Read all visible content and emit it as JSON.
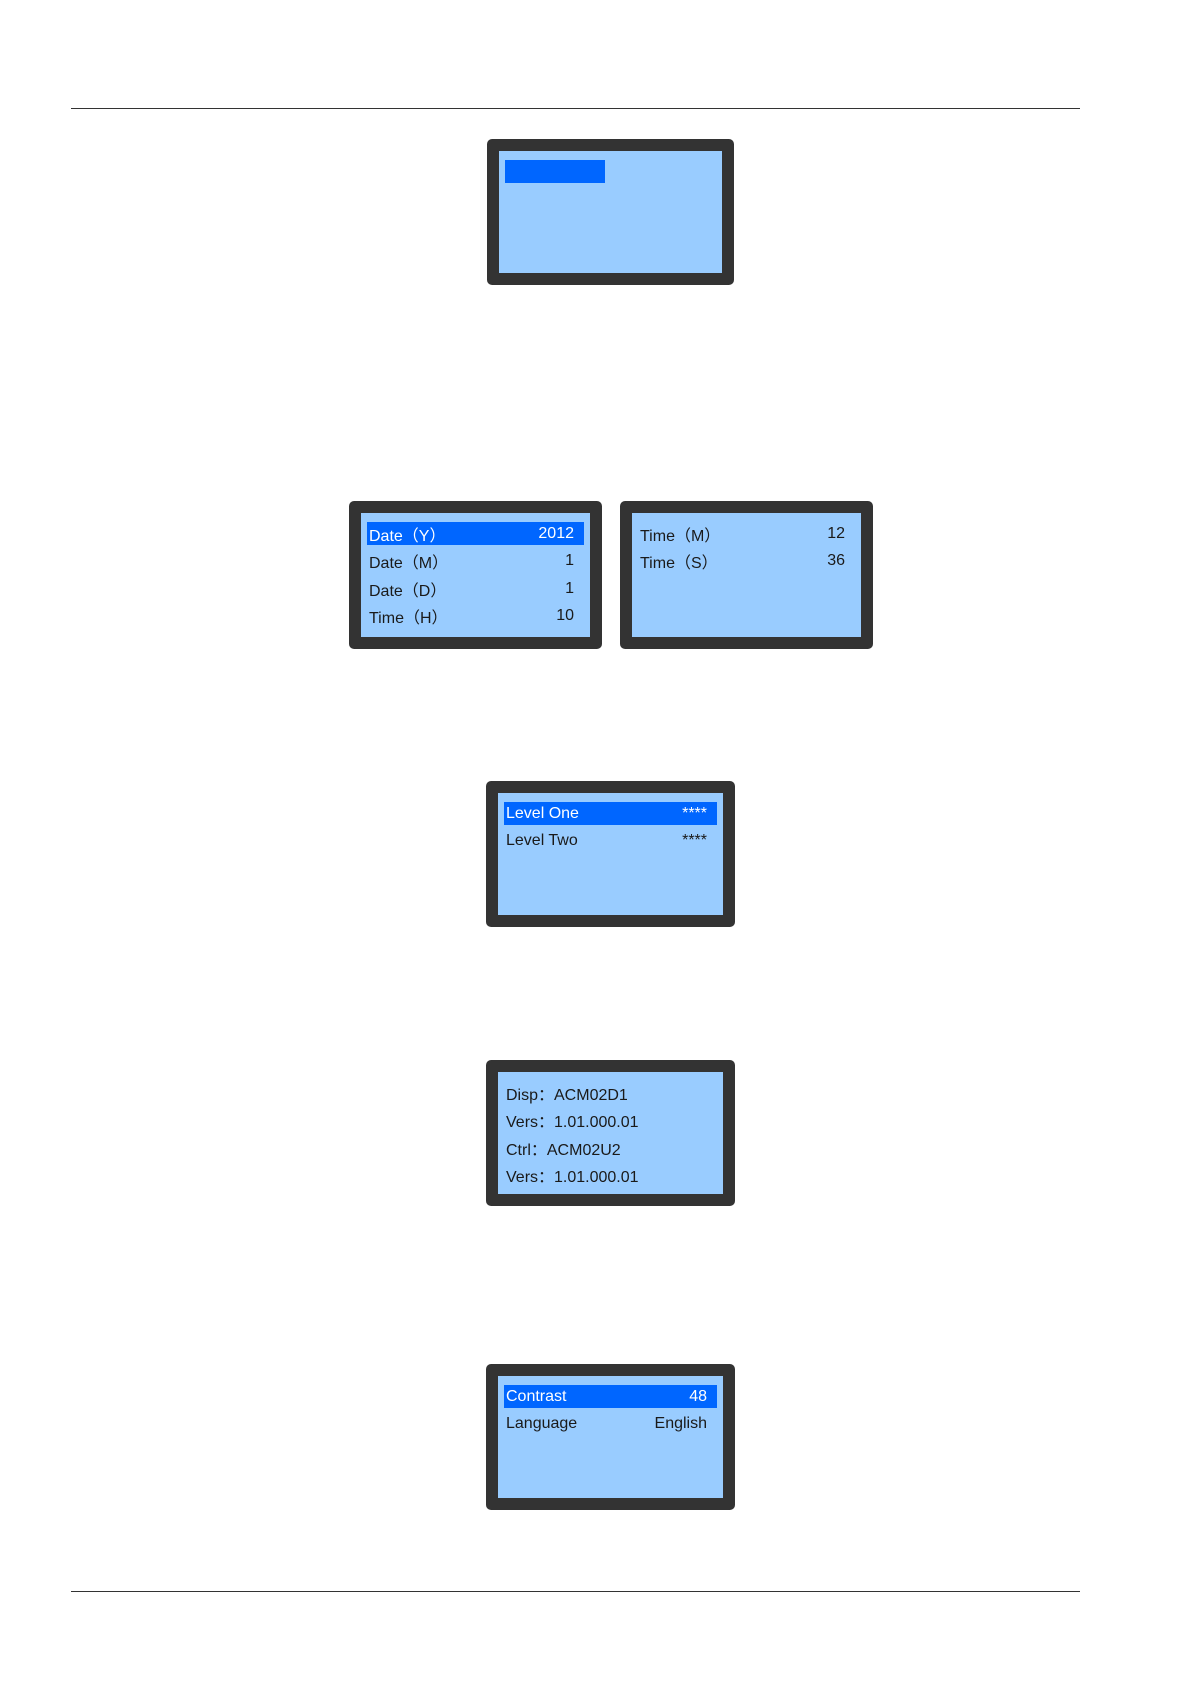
{
  "colors": {
    "bezel": "#333333",
    "screen": "#99ccff",
    "selection": "#0066ff",
    "selected_text": "#ffffff",
    "text": "#1a1a1a"
  },
  "screen_blank": {
    "rows": []
  },
  "screen_datetime_1": {
    "rows": [
      {
        "label": "Date（Y）",
        "value": "2012"
      },
      {
        "label": "Date（M）",
        "value": "1"
      },
      {
        "label": "Date（D）",
        "value": "1"
      },
      {
        "label": "Time（H）",
        "value": "10"
      }
    ]
  },
  "screen_datetime_2": {
    "rows": [
      {
        "label": "Time（M）",
        "value": "12"
      },
      {
        "label": "Time（S）",
        "value": "36"
      }
    ]
  },
  "screen_password": {
    "rows": [
      {
        "label": "Level One",
        "value": "****"
      },
      {
        "label": "Level Two",
        "value": "****"
      }
    ]
  },
  "screen_version": {
    "rows": [
      {
        "label": "Disp：ACM02D1"
      },
      {
        "label": "Vers：1.01.000.01"
      },
      {
        "label": "Ctrl：ACM02U2"
      },
      {
        "label": "Vers：1.01.000.01"
      }
    ]
  },
  "screen_display": {
    "rows": [
      {
        "label": "Contrast",
        "value": "48"
      },
      {
        "label": "Language",
        "value": "English"
      }
    ]
  }
}
